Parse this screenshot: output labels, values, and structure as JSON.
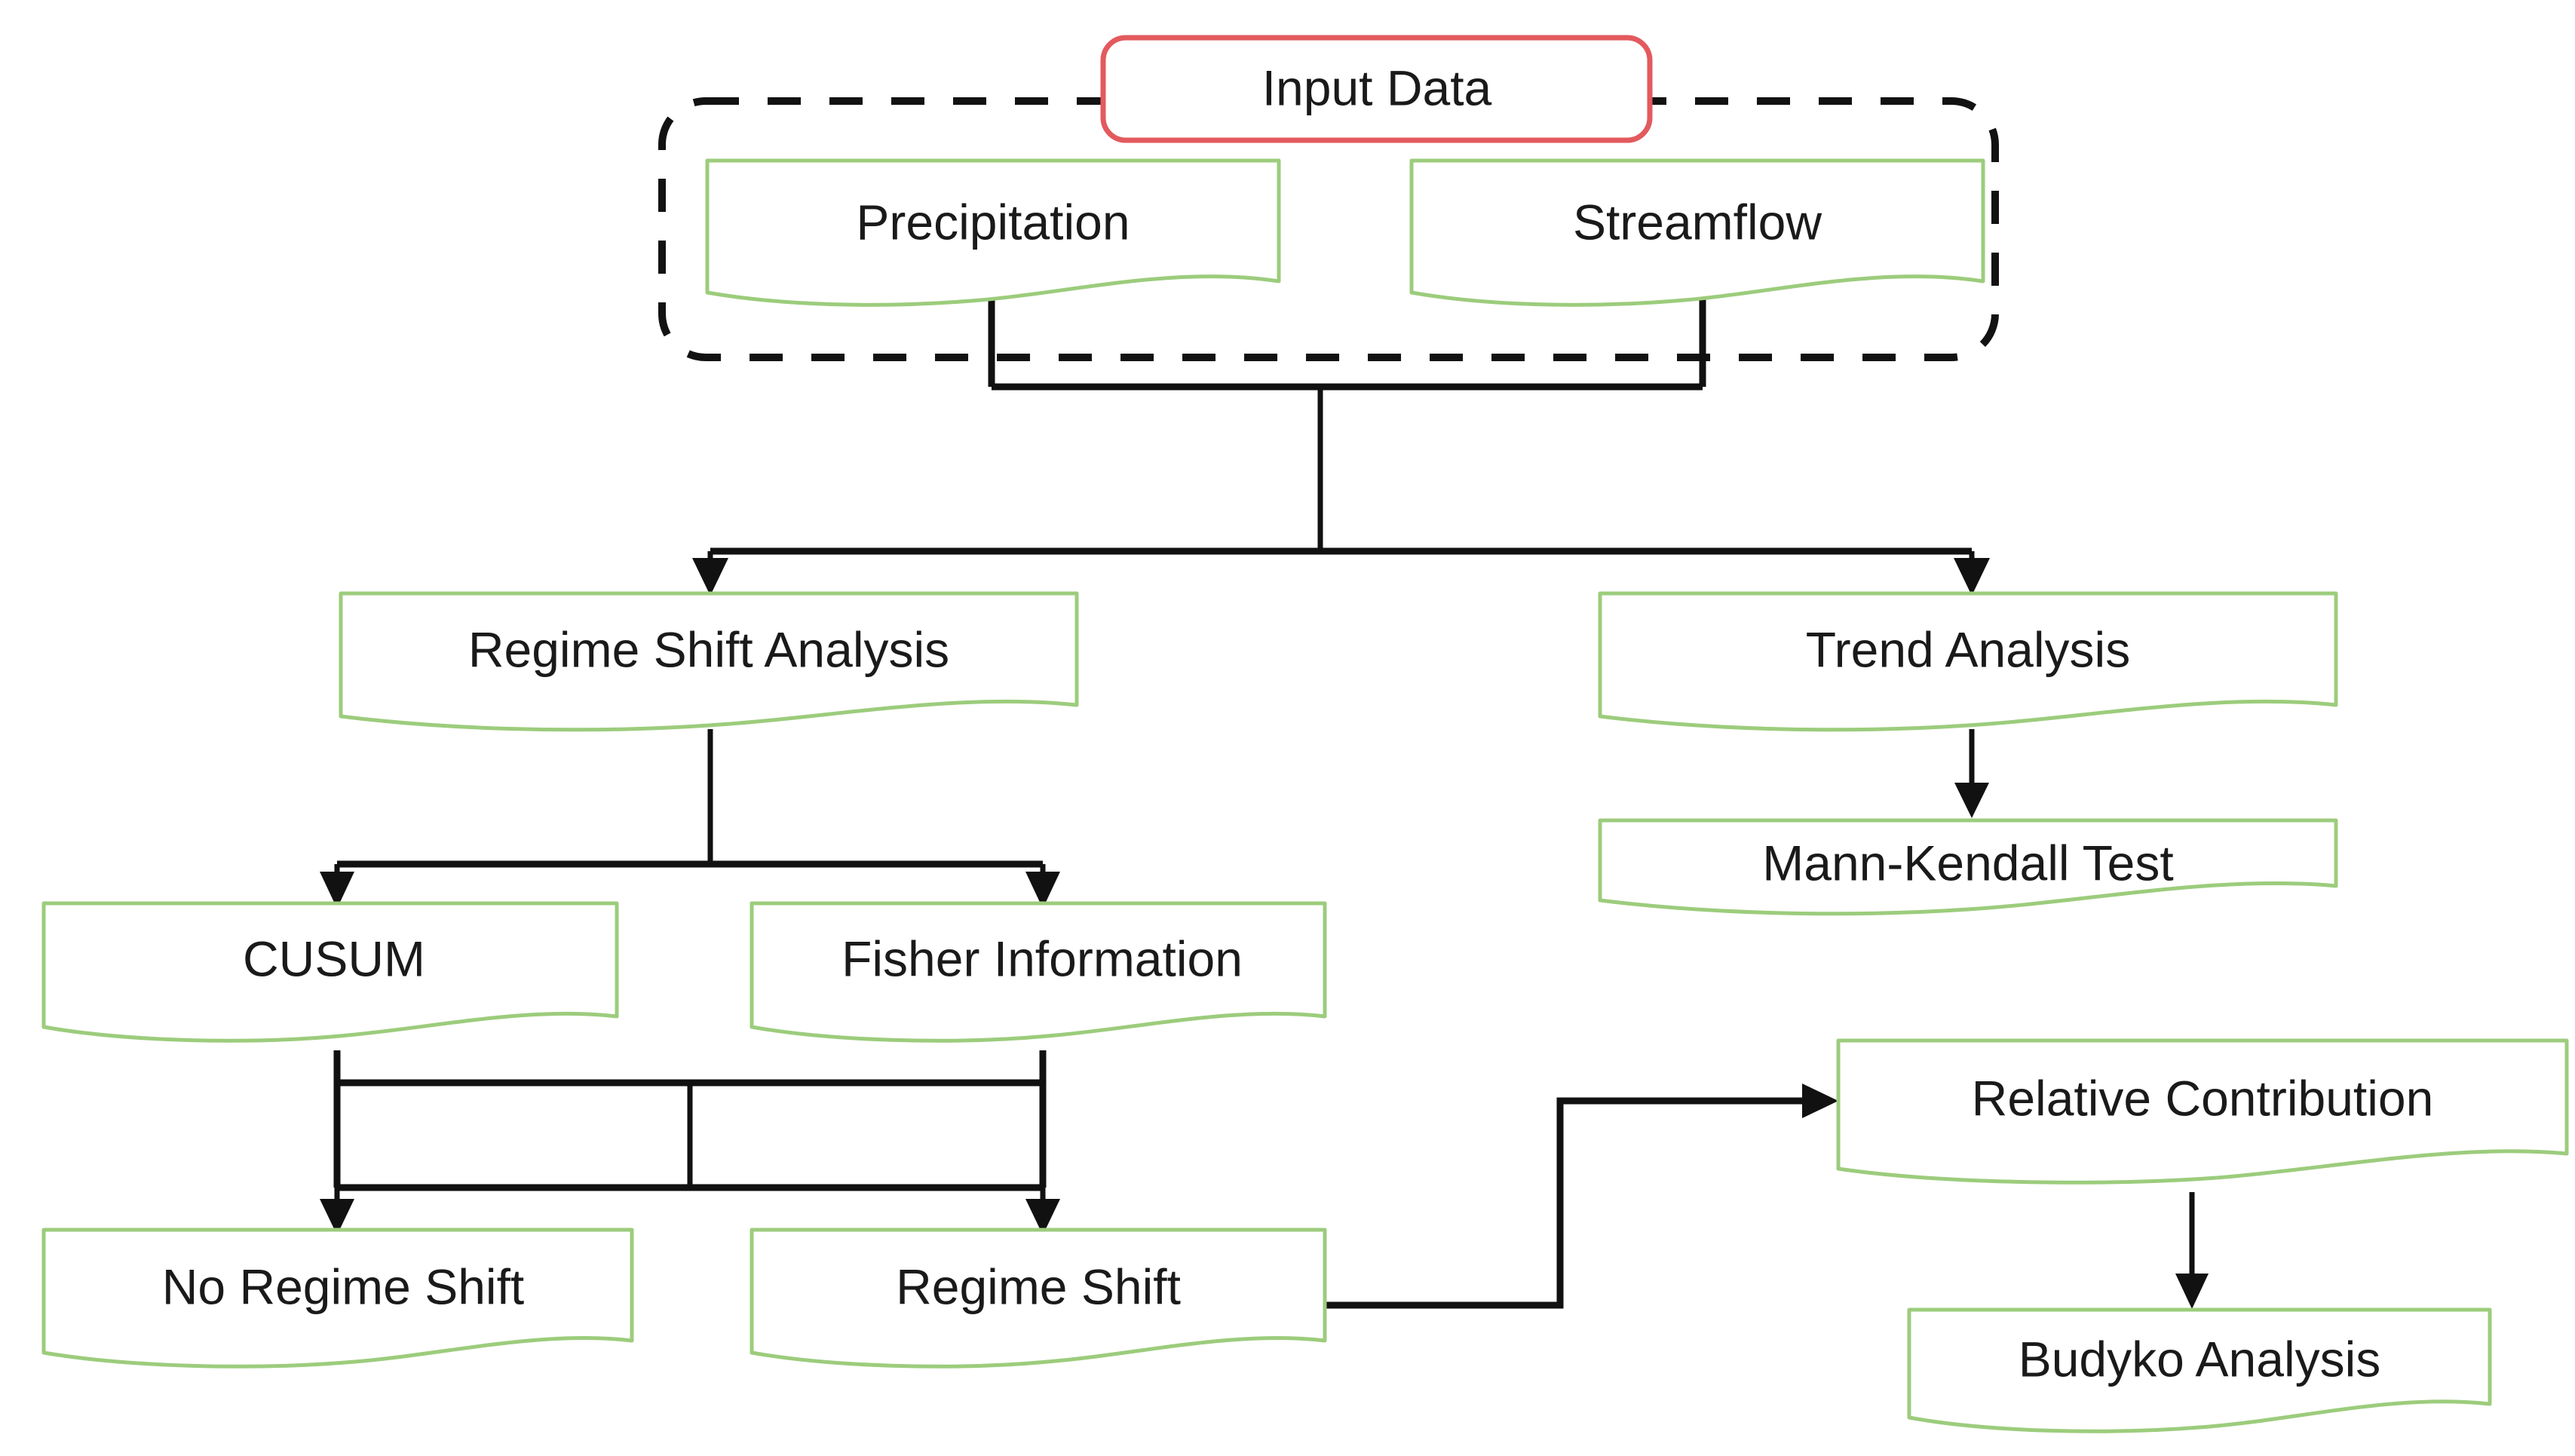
{
  "diagram": {
    "title": "Regime shift and trend analysis workflow",
    "background_color": "#ffffff",
    "accent_colors": {
      "node_border_green": "#9ccc7c",
      "input_border_red": "#e25a5e",
      "connector_black": "#111111",
      "group_dash_black": "#121212",
      "text": "#1a1a1a"
    },
    "nodes": {
      "input_data": {
        "label": "Input Data",
        "shape": "rounded-rect",
        "border": "red"
      },
      "precipitation": {
        "label": "Precipitation",
        "shape": "sketch-document",
        "border": "green"
      },
      "streamflow": {
        "label": "Streamflow",
        "shape": "sketch-document",
        "border": "green"
      },
      "regime_shift_analysis": {
        "label": "Regime Shift Analysis",
        "shape": "sketch-document",
        "border": "green"
      },
      "trend_analysis": {
        "label": "Trend Analysis",
        "shape": "sketch-document",
        "border": "green"
      },
      "cusum": {
        "label": "CUSUM",
        "shape": "sketch-document",
        "border": "green"
      },
      "fisher_information": {
        "label": "Fisher Information",
        "shape": "sketch-document",
        "border": "green"
      },
      "mann_kendall_test": {
        "label": "Mann-Kendall Test",
        "shape": "sketch-document",
        "border": "green"
      },
      "no_regime_shift": {
        "label": "No Regime Shift",
        "shape": "sketch-document",
        "border": "green"
      },
      "regime_shift": {
        "label": "Regime Shift",
        "shape": "sketch-document",
        "border": "green"
      },
      "relative_contribution": {
        "label": "Relative Contribution",
        "shape": "sketch-document",
        "border": "green"
      },
      "budyko_analysis": {
        "label": "Budyko Analysis",
        "shape": "sketch-document",
        "border": "green"
      }
    },
    "group": {
      "name": "input-data-group",
      "style": "dashed-rounded-rect",
      "contains": [
        "precipitation",
        "streamflow"
      ],
      "header_node": "input_data"
    },
    "edges": [
      {
        "from": "precipitation",
        "to": "regime_shift_analysis",
        "via": "merge-split",
        "arrow": true
      },
      {
        "from": "precipitation",
        "to": "trend_analysis",
        "via": "merge-split",
        "arrow": true
      },
      {
        "from": "streamflow",
        "to": "regime_shift_analysis",
        "via": "merge-split",
        "arrow": true
      },
      {
        "from": "streamflow",
        "to": "trend_analysis",
        "via": "merge-split",
        "arrow": true
      },
      {
        "from": "regime_shift_analysis",
        "to": "cusum",
        "arrow": true
      },
      {
        "from": "regime_shift_analysis",
        "to": "fisher_information",
        "arrow": true
      },
      {
        "from": "trend_analysis",
        "to": "mann_kendall_test",
        "arrow": true
      },
      {
        "from": "cusum",
        "to": "no_regime_shift",
        "arrow": true
      },
      {
        "from": "cusum",
        "to": "regime_shift",
        "arrow": true
      },
      {
        "from": "fisher_information",
        "to": "no_regime_shift",
        "arrow": true
      },
      {
        "from": "fisher_information",
        "to": "regime_shift",
        "arrow": true
      },
      {
        "from": "regime_shift",
        "to": "relative_contribution",
        "arrow": true
      },
      {
        "from": "relative_contribution",
        "to": "budyko_analysis",
        "arrow": true
      }
    ]
  }
}
